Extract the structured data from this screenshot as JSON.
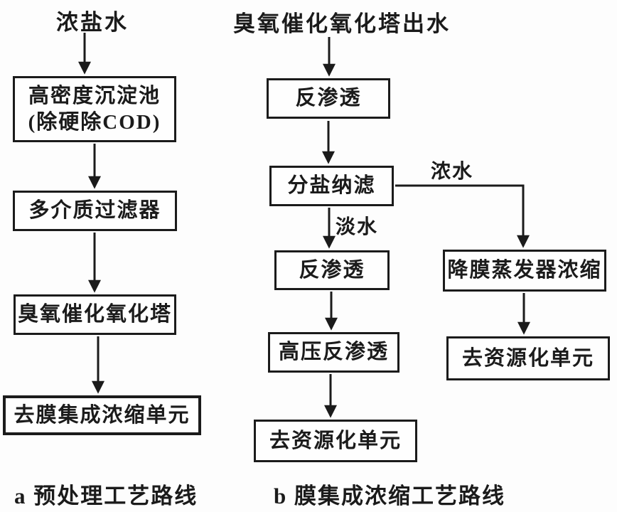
{
  "page": {
    "background": "#fdfdfd",
    "ink": "#1b1b1b"
  },
  "flow_a": {
    "source_label": "浓盐水",
    "nodes": [
      {
        "id": "high-density-sedimentation",
        "label": "高密度沉淀池\n(除硬除COD)"
      },
      {
        "id": "multimedia-filter",
        "label": "多介质过滤器"
      },
      {
        "id": "ozone-catalytic-oxidation-tower",
        "label": "臭氧催化氧化塔"
      },
      {
        "id": "to-membrane-concentration-unit",
        "label": "去膜集成浓缩单元"
      }
    ],
    "caption": "a 预处理工艺路线"
  },
  "flow_b": {
    "source_label": "臭氧催化氧化塔出水",
    "nodes": [
      {
        "id": "reverse-osmosis-1",
        "label": "反渗透"
      },
      {
        "id": "salt-separation-nanofiltration",
        "label": "分盐纳滤"
      },
      {
        "id": "reverse-osmosis-2",
        "label": "反渗透"
      },
      {
        "id": "high-pressure-reverse-osmosis",
        "label": "高压反渗透"
      },
      {
        "id": "to-resource-unit-main",
        "label": "去资源化单元"
      },
      {
        "id": "falling-film-evaporator",
        "label": "降膜蒸发器浓缩"
      },
      {
        "id": "to-resource-unit-right",
        "label": "去资源化单元"
      }
    ],
    "edge_labels": {
      "fresh_water": "淡水",
      "concentrated_water": "浓水"
    },
    "caption": "b 膜集成浓缩工艺路线"
  }
}
